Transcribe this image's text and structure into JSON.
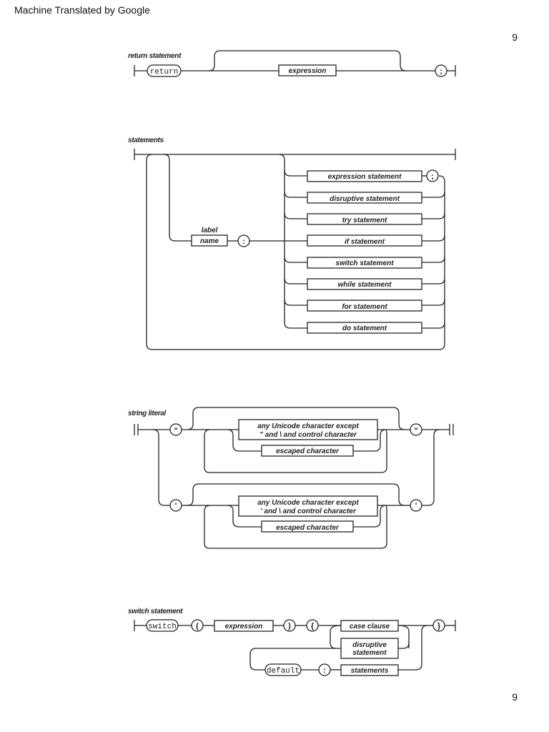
{
  "header": "Machine Translated by Google",
  "page_number_top": "9",
  "page_number_bottom": "9",
  "diagrams": {
    "return_statement": {
      "title": "return statement",
      "keyword": "return",
      "expression": "expression",
      "terminator": ";"
    },
    "statements": {
      "title": "statements",
      "label_caption": "label",
      "name": "name",
      "colon": ":",
      "items": [
        "expression statement",
        "disruptive statement",
        "try statement",
        "if statement",
        "switch statement",
        "while statement",
        "for statement",
        "do statement"
      ],
      "semicolon": ";"
    },
    "string_literal": {
      "title": "string literal",
      "double_quote": "\"",
      "single_quote": "'",
      "double_any_line1": "any Unicode character except",
      "double_any_line2": "\" and \\ and control character",
      "single_any_line1": "any Unicode character except",
      "single_any_line2": "' and \\ and control character",
      "escaped": "escaped character"
    },
    "switch_statement": {
      "title": "switch statement",
      "keyword": "switch",
      "open_paren": "(",
      "expression": "expression",
      "close_paren": ")",
      "open_brace": "{",
      "case_clause": "case clause",
      "disruptive_line1": "disruptive",
      "disruptive_line2": "statement",
      "default": "default",
      "colon": ":",
      "statements": "statements",
      "close_brace": "}"
    }
  }
}
